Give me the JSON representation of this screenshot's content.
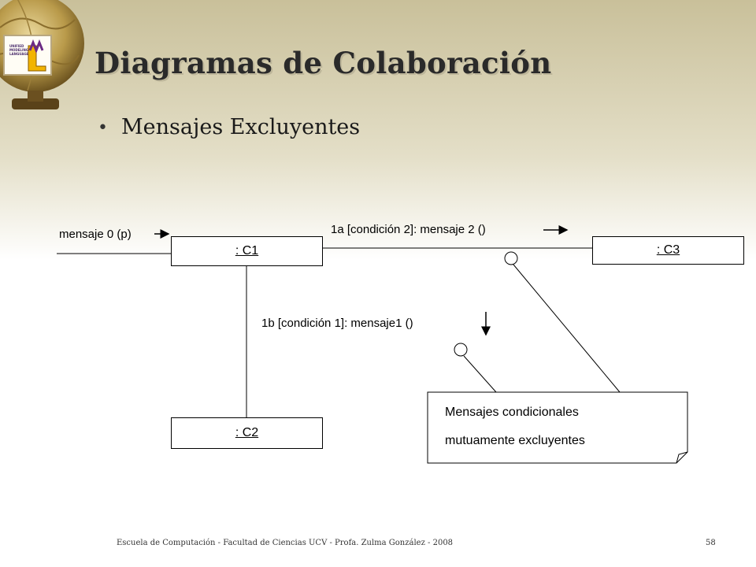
{
  "slide": {
    "title": "Diagramas de Colaboración",
    "bullet": "Mensajes Excluyentes",
    "footer": "Escuela de Computación - Facultad de Ciencias UCV - Profa. Zulma González - 2008",
    "page_number": "58"
  },
  "logo": {
    "icon": "uml-logo-icon",
    "text": "UNIFIED MODELING LANGUAGE"
  },
  "diagram": {
    "objects": {
      "c1": ": C1",
      "c2": ": C2",
      "c3": ": C3"
    },
    "messages": {
      "m0": "mensaje 0 (p)",
      "m1a": "1a [condición 2]: mensaje 2 ()",
      "m1b": "1b [condición 1]: mensaje1 ()"
    },
    "note": {
      "line1": "Mensajes condicionales",
      "line2": "mutuamente excluyentes"
    }
  },
  "colors": {
    "header_band": "#c9c09a",
    "title_text": "#2a2a2a",
    "line": "#000000"
  }
}
